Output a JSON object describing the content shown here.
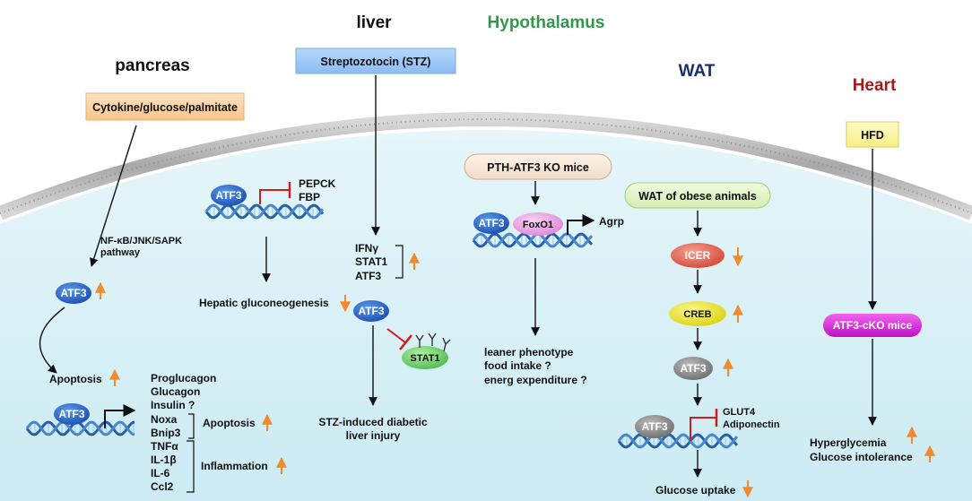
{
  "colors": {
    "title_dark": "#111111",
    "hypothalamus": "#2e9a4a",
    "wat": "#1a2e6a",
    "heart": "#a31a1a",
    "up_arrow": "#f08a2c",
    "inhibit": "#d01c1c",
    "atf3": "#1f5fc4",
    "stat1": "#6fd46f",
    "foxo1": "#e79be0",
    "icer": "#e0604c",
    "creb": "#e8e01c",
    "atf3_gray": "#8c8c8c",
    "cko": "#d81bd8",
    "cell_fill": "#dff3f8"
  },
  "titles": {
    "liver": "liver",
    "hypothalamus": "Hypothalamus",
    "pancreas": "pancreas",
    "wat": "WAT",
    "heart": "Heart"
  },
  "boxes": {
    "stz": "Streptozotocin (STZ)",
    "cytokine": "Cytokine/glucose/palmitate",
    "hfd": "HFD",
    "pth_ko": "PTH-ATF3 KO mice",
    "wat_obese": "WAT of obese animals"
  },
  "proteins": {
    "atf3": "ATF3",
    "foxo1": "FoxO1",
    "stat1": "STAT1",
    "icer": "ICER",
    "creb": "CREB",
    "cko": "ATF3-cKO mice"
  },
  "pancreas": {
    "pathway": [
      "NF-κB/JNK/SAPK",
      "pathway"
    ],
    "apoptosis": "Apoptosis",
    "targets": [
      "Proglucagon",
      "Glucagon",
      "Insulin ?",
      "Noxa",
      "Bnip3",
      "TNFα",
      "IL-1β",
      "IL-6",
      "Ccl2"
    ],
    "apoptosis_group": "Apoptosis",
    "inflammation": "Inflammation"
  },
  "liver": {
    "pepck": "PEPCK",
    "fbp": "FBP",
    "hepatic": "Hepatic gluconeogenesis",
    "genes": [
      "IFNγ",
      "STAT1",
      "ATF3"
    ],
    "injury": [
      "STZ-induced diabetic",
      "liver injury"
    ]
  },
  "hypothalamus": {
    "agrp": "Agrp",
    "outcomes": [
      "leaner phenotype",
      "food intake ?",
      "energ expenditure ?"
    ]
  },
  "wat": {
    "glut4": "GLUT4",
    "adiponectin": "Adiponectin",
    "glucose_uptake": "Glucose uptake"
  },
  "heart": {
    "outcomes": [
      "Hyperglycemia",
      "Glucose intolerance"
    ]
  }
}
